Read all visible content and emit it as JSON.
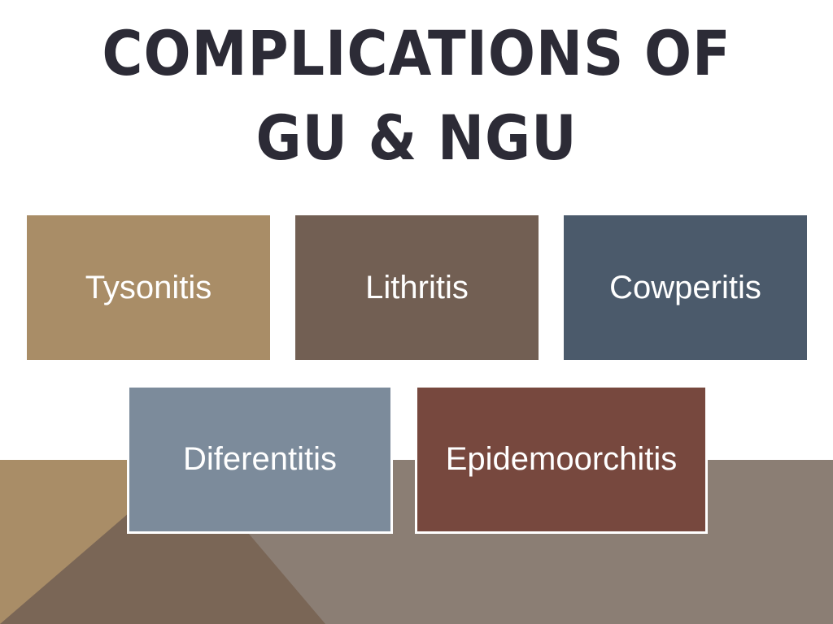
{
  "title": {
    "line1": "COMPLICATIONS OF",
    "line2": "GU & NGU"
  },
  "colors": {
    "title_text": "#2c2b36",
    "box_tan": "#a98d67",
    "box_brown": "#725f53",
    "box_slate": "#4b5a6b",
    "box_grey_blue": "#7c8b9b",
    "box_rust": "#77483e",
    "bg_taupe": "#8b7e74",
    "bg_tan": "#a98d67",
    "bg_dark_brown": "#7a6656"
  },
  "boxes": [
    {
      "label": "Tysonitis",
      "color": "#a98d67"
    },
    {
      "label": "Lithritis",
      "color": "#725f53"
    },
    {
      "label": "Cowperitis",
      "color": "#4b5a6b"
    },
    {
      "label": "Diferentitis",
      "color": "#7c8b9b"
    },
    {
      "label": "Epidemoorchitis",
      "color": "#77483e"
    }
  ]
}
